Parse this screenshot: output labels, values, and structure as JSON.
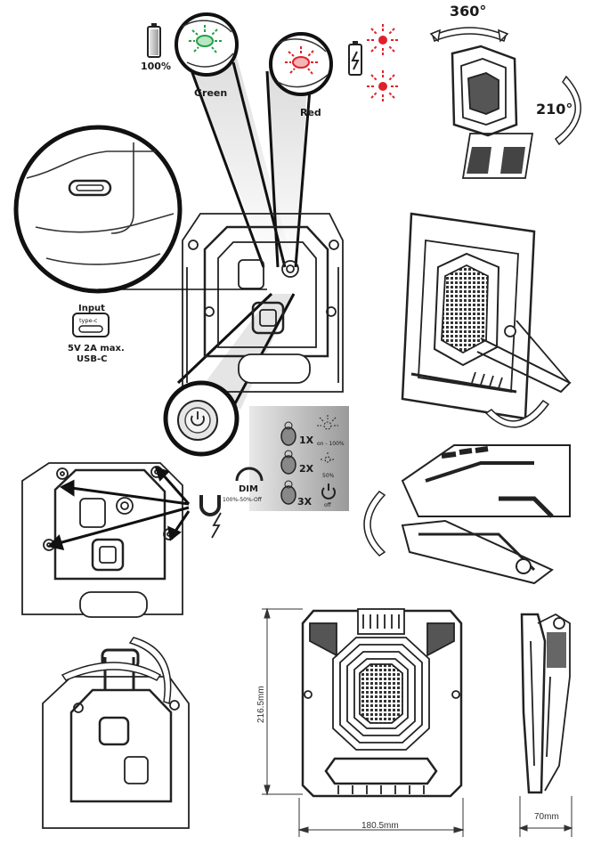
{
  "battery_status": {
    "full_percent": "100%",
    "green_label": "Green",
    "red_label": "Red",
    "colors": {
      "green": "#22a045",
      "red": "#e0202a"
    }
  },
  "rotation": {
    "horizontal": "360°",
    "vertical": "210°"
  },
  "usb_input": {
    "title": "Input",
    "connector": "type-c",
    "spec_line1": "5V 2A max.",
    "spec_line2": "USB-C"
  },
  "dim_control": {
    "label": "DIM",
    "cycle": "100%-50%-Off",
    "steps": [
      {
        "press": "1X",
        "mode": "on - 100%",
        "icon": "full-light-icon"
      },
      {
        "press": "2X",
        "mode": "50%",
        "icon": "half-light-icon"
      },
      {
        "press": "3X",
        "mode": "off",
        "icon": "power-icon"
      }
    ]
  },
  "dimensions": {
    "height": "216.5mm",
    "width": "180.5mm",
    "depth": "70mm"
  }
}
